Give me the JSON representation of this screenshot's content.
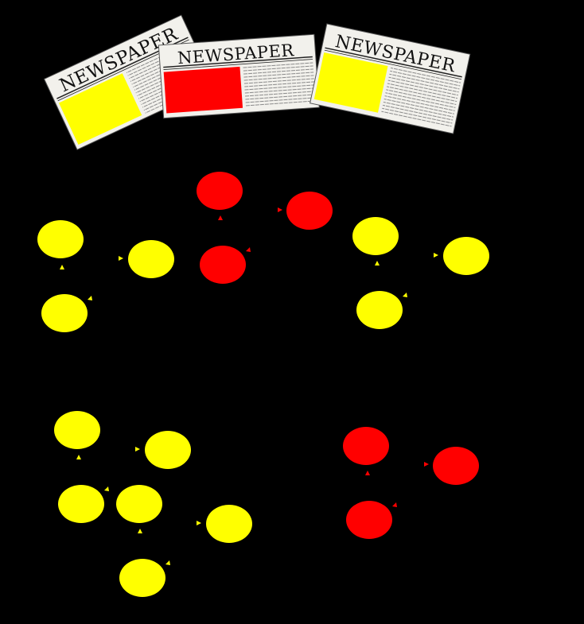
{
  "colors": {
    "background": "#000000",
    "yellow": "#FFFF00",
    "red": "#FF0000",
    "paper": "#F2F1EC",
    "ink": "#1A1A1A"
  },
  "newspapers": [
    {
      "title": "NEWSPAPER",
      "accent": "yellow"
    },
    {
      "title": "NEWSPAPER",
      "accent": "red"
    },
    {
      "title": "NEWSPAPER",
      "accent": "yellow"
    }
  ],
  "clusters": [
    {
      "color": "yellow",
      "nodes": 3
    },
    {
      "color": "red",
      "nodes": 3
    },
    {
      "color": "yellow",
      "nodes": 3
    },
    {
      "color": "yellow",
      "nodes": 6
    },
    {
      "color": "red",
      "nodes": 3
    }
  ]
}
